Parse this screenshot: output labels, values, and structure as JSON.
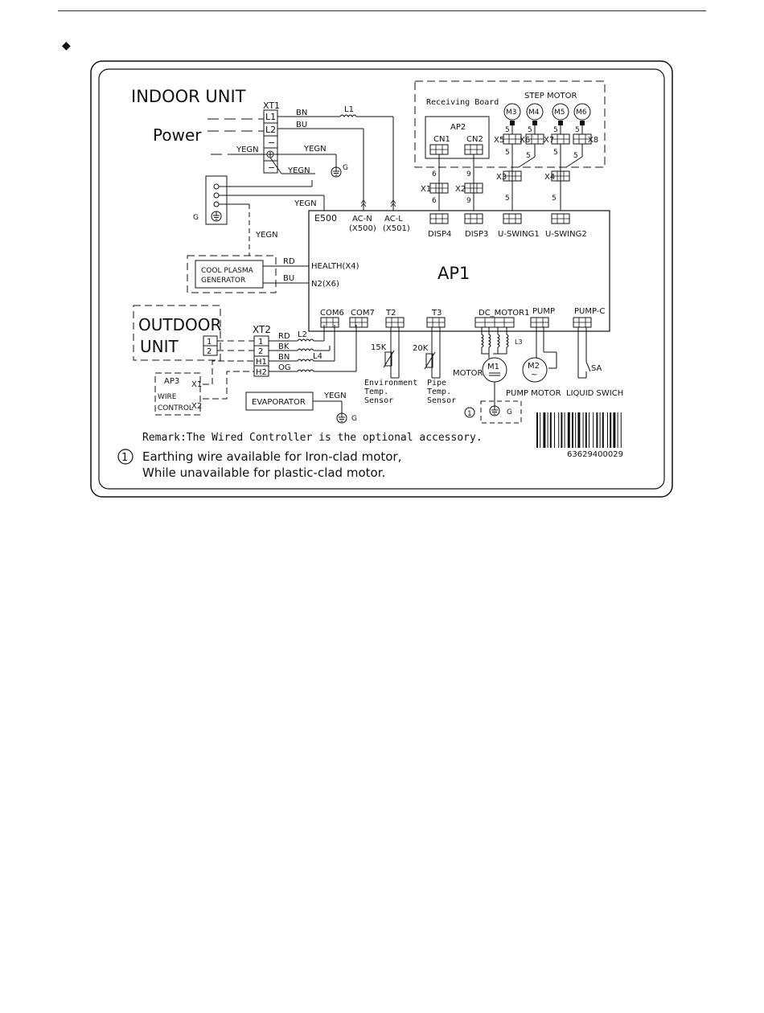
{
  "page": {
    "bullet": "◆"
  },
  "diagram": {
    "indoor_unit": "INDOOR UNIT",
    "power": "Power",
    "outdoor_unit_line1": "OUTDOOR",
    "outdoor_unit_line2": "UNIT",
    "xt1": "XT1",
    "xt2": "XT2",
    "l1_label": "L1",
    "l2_label": "L2",
    "l4_label": "L4",
    "l3_label": "L3",
    "xt1_terms": [
      "L1",
      "L2"
    ],
    "xt2_terms": [
      "1",
      "2",
      "H1",
      "H2"
    ],
    "outdoor_terms": [
      "1",
      "2"
    ],
    "wire_bn": "BN",
    "wire_bu": "BU",
    "wire_yegn": "YEGN",
    "wire_rd": "RD",
    "wire_bk": "BK",
    "wire_og": "OG",
    "ground_g": "G",
    "receiving_board": "Receiving Board",
    "step_motor": "STEP MOTOR",
    "ap2": "AP2",
    "cn1": "CN1",
    "cn2": "CN2",
    "motors_step": [
      "M3",
      "M4",
      "M5",
      "M6"
    ],
    "conn_x5": "X5",
    "conn_x6": "X6",
    "conn_x7": "X7",
    "conn_x8": "X8",
    "conn_x1": "X1",
    "conn_x2": "X2",
    "conn_x3": "X3",
    "conn_x4": "X4",
    "count_6": "6",
    "count_9": "9",
    "count_5": "5",
    "e500": "E500",
    "ac_n": "AC-N",
    "ac_l": "AC-L",
    "x500": "(X500)",
    "x501": "(X501)",
    "disp4": "DISP4",
    "disp3": "DISP3",
    "u_swing1": "U-SWING1",
    "u_swing2": "U-SWING2",
    "ap1": "AP1",
    "cool_plasma_1": "COOL PLASMA",
    "cool_plasma_2": "GENERATOR",
    "health": "HEALTH(X4)",
    "n2": "N2(X6)",
    "com6": "COM6",
    "com7": "COM7",
    "t2": "T2",
    "t3": "T3",
    "dc_motor1": "DC_MOTOR1",
    "pump": "PUMP",
    "pump_c": "PUMP-C",
    "r15k": "15K",
    "r20k": "20K",
    "env_sensor_1": "Environment",
    "env_sensor_2": "Temp.",
    "env_sensor_3": "Sensor",
    "pipe_sensor_1": "Pipe",
    "pipe_sensor_2": "Temp.",
    "pipe_sensor_3": "Sensor",
    "motor": "MOTOR",
    "m1": "M1",
    "m2": "M2",
    "pump_motor": "PUMP MOTOR",
    "liquid_swich": "LIQUID SWICH",
    "sa": "SA",
    "ap3": "AP3",
    "wire_control_1": "WIRE",
    "wire_control_2": "CONTROL",
    "evaporator": "EVAPORATOR",
    "circle_one": "1",
    "remark": "Remark:The Wired Controller is the optional accessory.",
    "note_line1": "Earthing wire available for Iron-clad motor,",
    "note_line2": "While unavailable  for plastic-clad motor.",
    "barcode_number": "63629400029"
  }
}
